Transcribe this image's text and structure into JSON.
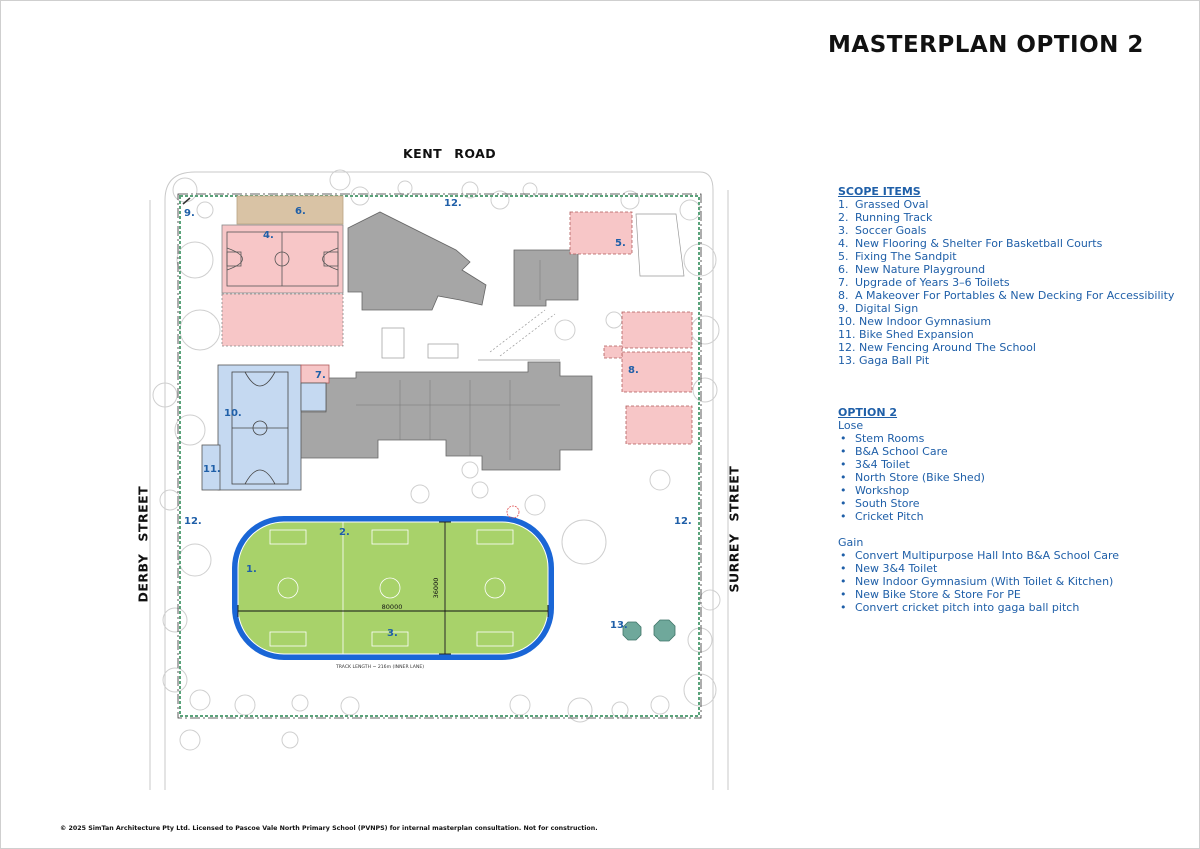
{
  "title": "MASTERPLAN OPTION 2",
  "streets": {
    "north": [
      "KENT",
      "ROAD"
    ],
    "west": [
      "DERBY",
      "STREET"
    ],
    "east": [
      "SURREY",
      "STREET"
    ]
  },
  "plan_labels": {
    "l1": "1.",
    "l2": "2.",
    "l3": "3.",
    "l4": "4.",
    "l5": "5.",
    "l6": "6.",
    "l7": "7.",
    "l8": "8.",
    "l9": "9.",
    "l10": "10.",
    "l11": "11.",
    "l12a": "12.",
    "l12b": "12.",
    "l12c": "12.",
    "l13": "13."
  },
  "dimensions": {
    "width": "80000",
    "height": "36000",
    "track_note": "TRACK LENGTH ~ 216m (INNER LANE)"
  },
  "scope": {
    "heading": "SCOPE ITEMS",
    "items": [
      {
        "num": "1.",
        "text": "Grassed Oval"
      },
      {
        "num": "2.",
        "text": "Running Track"
      },
      {
        "num": "3.",
        "text": "Soccer Goals"
      },
      {
        "num": "4.",
        "text": "New Flooring & Shelter For Basketball Courts"
      },
      {
        "num": "5.",
        "text": "Fixing The Sandpit"
      },
      {
        "num": "6.",
        "text": "New Nature Playground"
      },
      {
        "num": "7.",
        "text": "Upgrade of Years 3–6 Toilets"
      },
      {
        "num": "8.",
        "text": "A Makeover For Portables & New Decking For Accessibility"
      },
      {
        "num": "9.",
        "text": "Digital Sign"
      },
      {
        "num": "10.",
        "text": "New Indoor Gymnasium"
      },
      {
        "num": "11.",
        "text": "Bike Shed Expansion"
      },
      {
        "num": "12.",
        "text": "New Fencing Around The School"
      },
      {
        "num": "13.",
        "text": "Gaga Ball Pit"
      }
    ]
  },
  "option": {
    "heading": "OPTION 2",
    "lose_label": "Lose",
    "lose": [
      "Stem Rooms",
      "B&A School Care",
      "3&4 Toilet",
      "North Store (Bike Shed)",
      "Workshop",
      "South Store",
      "Cricket Pitch"
    ],
    "gain_label": "Gain",
    "gain": [
      "Convert Multipurpose Hall Into B&A School Care",
      "New 3&4 Toilet",
      "New Indoor Gymnasium (With Toilet & Kitchen)",
      "New Bike Store & Store For PE",
      "Convert cricket pitch into gaga ball pitch"
    ],
    "bullet": "•"
  },
  "copyright": "© 2025 SimTan Architecture Pty Ltd. Licensed to Pascoe Vale North Primary School (PVNPS) for internal masterplan consultation. Not for construction.",
  "colors": {
    "label_blue": "#1f5fa8",
    "building_grey": "#a6a6a6",
    "pink_zone": "#f7c6c7",
    "gym_blue": "#c5d9f1",
    "oval_green": "#a8d26a",
    "track_blue": "#1a66d6",
    "nature_tan": "#d9c3a5",
    "fence_green": "#5aa37a",
    "gaga_teal": "#6fa89b"
  }
}
